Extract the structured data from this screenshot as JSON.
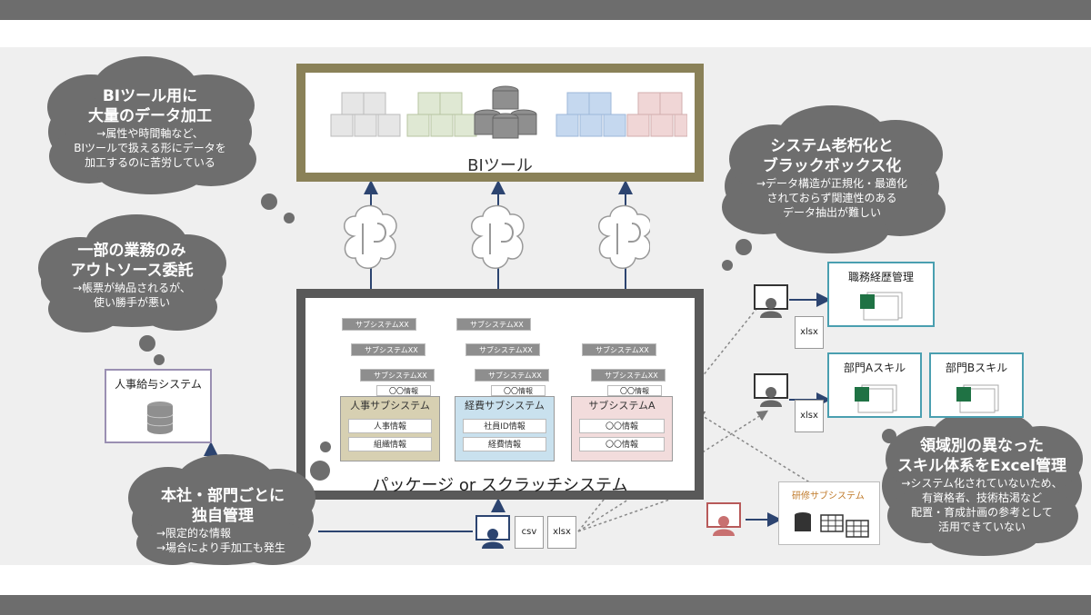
{
  "bi_tool": {
    "label": "BIツール"
  },
  "package_system": {
    "label": "パッケージ or スクラッチシステム",
    "stack_header": "サブシステムXX",
    "stack_item": "〇〇情報",
    "cards": [
      {
        "title": "人事サブシステム",
        "items": [
          "人事情報",
          "組織情報"
        ]
      },
      {
        "title": "経費サブシステム",
        "items": [
          "社員ID情報",
          "経費情報"
        ]
      },
      {
        "title": "サブシステムA",
        "items": [
          "〇〇情報",
          "〇〇情報"
        ]
      }
    ]
  },
  "clouds": {
    "bi": {
      "title1": "BIツール用に",
      "title2": "大量のデータ加工",
      "body1": "→属性や時間軸など、",
      "body2": "BIツールで扱える形にデータを",
      "body3": "加工するのに苦労している"
    },
    "outsource": {
      "title1": "一部の業務のみ",
      "title2": "アウトソース委託",
      "body1": "→帳票が納品されるが、",
      "body2": "使い勝手が悪い"
    },
    "legacy": {
      "title1": "システム老朽化と",
      "title2": "ブラックボックス化",
      "body1": "→データ構造が正規化・最適化",
      "body2": "されておらず関連性のある",
      "body3": "データ抽出が難しい"
    },
    "dept": {
      "title1": "本社・部門ごとに",
      "title2": "独自管理",
      "body1": "→限定的な情報",
      "body2": "→場合により手加工も発生"
    },
    "excel": {
      "title1": "領域別の異なった",
      "title2": "スキル体系をExcel管理",
      "body1": "→システム化されていないため、",
      "body2": "有資格者、技術枯渇など",
      "body3": "配置・育成計画の参考として",
      "body4": "活用できていない"
    }
  },
  "payroll": {
    "title": "人事給与システム"
  },
  "right_boxes": {
    "career": "職務経歴管理",
    "skill_a": "部門Aスキル",
    "skill_b": "部門Bスキル",
    "training": "研修サブシステム"
  },
  "docs": {
    "xlsx": "xlsx",
    "csv": "csv"
  },
  "colors": {
    "bi_border": "#8a8158",
    "pkg_border": "#595959",
    "cloud": "#6e6e6e",
    "hr_card": "#d7d0b2",
    "expense_card": "#c9e1ee",
    "a_card": "#f2dcdc",
    "payroll_border": "#9a8fb2",
    "right_border": "#4a9fb0",
    "navy": "#2c4470"
  }
}
